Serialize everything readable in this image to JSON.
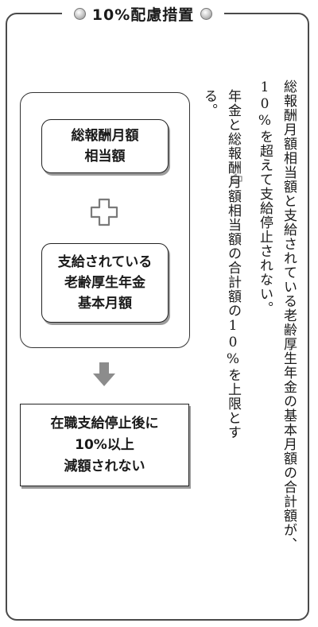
{
  "header": {
    "title": "10%配慮措置"
  },
  "diagram": {
    "box1_lines": [
      "総報酬月額",
      "相当額"
    ],
    "box2_lines": [
      "支給されている",
      "老齢厚生年金",
      "基本月額"
    ],
    "result_lines": [
      "在職支給停止後に",
      "10%以上",
      "減額されない"
    ]
  },
  "explanation": {
    "col1_line1": "総報酬月額相当額と支給されている老齢厚生年金の基本月額の合計額が、",
    "col1_line2": "10%を超えて支給停止されない。",
    "col2": "年金と総報酬月額相当額の合計額の10%を上限とする。"
  }
}
